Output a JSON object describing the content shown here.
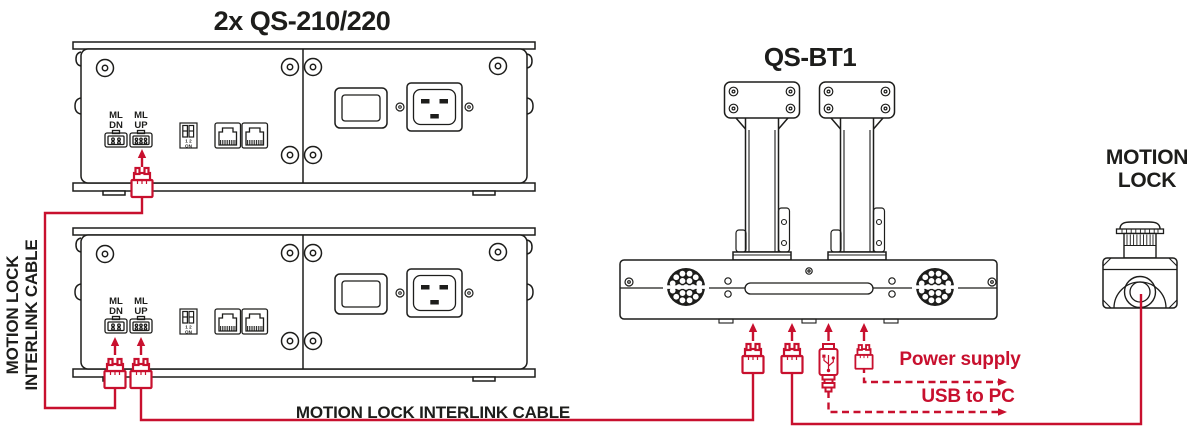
{
  "page": {
    "background": "#ffffff"
  },
  "colors": {
    "ink": "#1d1d1b",
    "red": "#c8102e",
    "white": "#ffffff"
  },
  "titles": {
    "controllers": "2x QS-210/220",
    "base_unit": "QS-BT1",
    "estop_line1": "MOTION",
    "estop_line2": "LOCK"
  },
  "cable_labels": {
    "left_line1": "MOTION LOCK",
    "left_line2": "INTERLINK CABLE",
    "bottom": "MOTION LOCK INTERLINK CABLE",
    "power": "Power supply",
    "usb": "USB to PC"
  },
  "device_panel": {
    "port_ml": "ML",
    "port_dn": "DN",
    "port_up": "UP",
    "dip_row1": "1 2",
    "dip_row2": "ON"
  },
  "icons": {
    "screw-icon": "circle with center dot",
    "vent-grille-icon": "round speaker grille of drilled holes",
    "rj45-port-icon": "ethernet jack",
    "dip-switch-icon": "2-position dip switch",
    "power-switch-icon": "rocker switch",
    "iec-inlet-icon": "IEC C20 power inlet",
    "usb-plug-icon": "USB type-A plug",
    "ml-plug-icon": "motion-lock interlink plug",
    "up-arrow-icon": "red arrow pointing up",
    "estop-icon": "emergency stop mushroom button"
  }
}
